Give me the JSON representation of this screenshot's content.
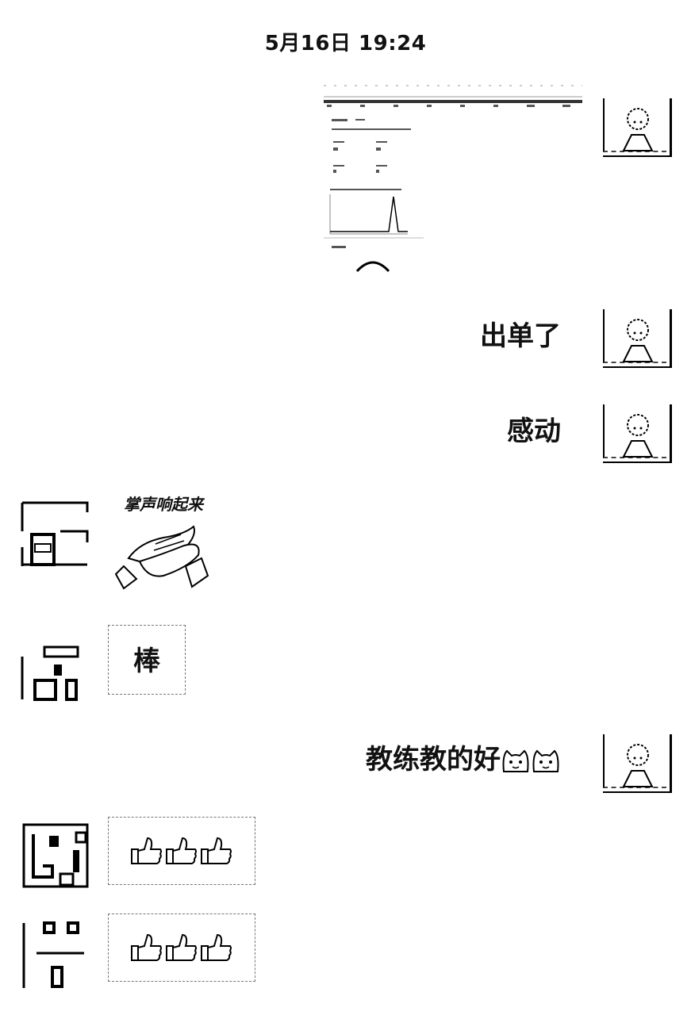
{
  "chat": {
    "timestamp": "5月16日 19:24",
    "messages": [
      {
        "side": "right",
        "type": "image",
        "content": "screenshot"
      },
      {
        "side": "right",
        "type": "text",
        "text": "出单了"
      },
      {
        "side": "right",
        "type": "text",
        "text": "感动"
      },
      {
        "side": "left",
        "type": "sticker",
        "text": "掌声响起来"
      },
      {
        "side": "left",
        "type": "text",
        "text": "棒"
      },
      {
        "side": "right",
        "type": "text",
        "text": "教练教的好"
      },
      {
        "side": "left",
        "type": "emoji",
        "content": "thumbs-up x3"
      },
      {
        "side": "left",
        "type": "emoji",
        "content": "thumbs-up x3"
      }
    ]
  },
  "emoji": {
    "thumb": "thumbs-up-icon",
    "cat": "cat-face-icon"
  }
}
